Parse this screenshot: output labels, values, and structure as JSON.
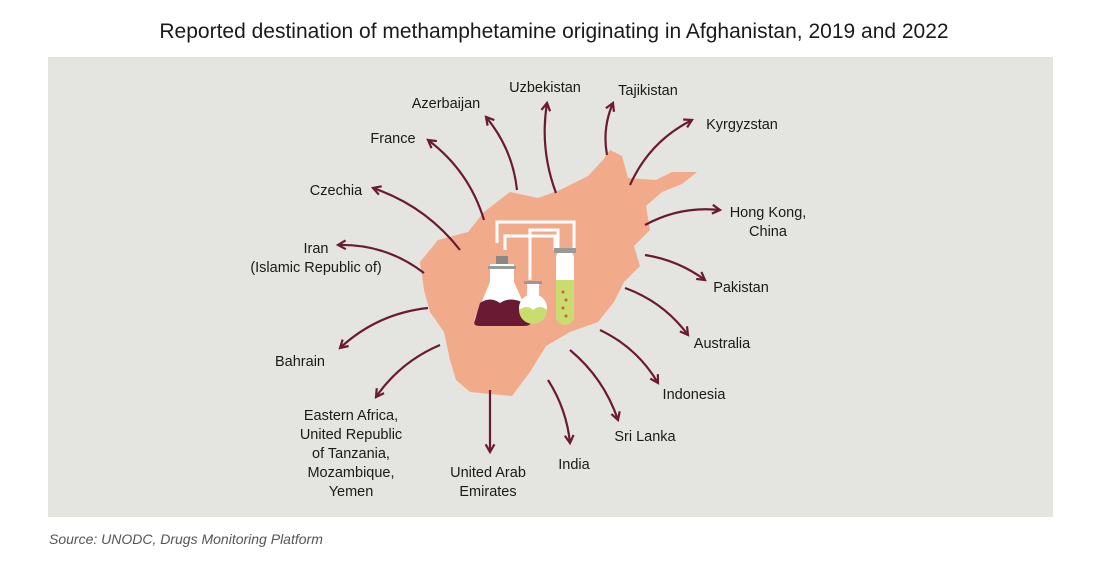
{
  "title": "Reported destination of methamphetamine originating in Afghanistan, 2019 and 2022",
  "source": "Source: UNODC, Drugs Monitoring Platform",
  "origin": "Afghanistan",
  "colors": {
    "panel": "#e4e4e0",
    "map": "#f2ab8a",
    "arrow": "#6b1a33",
    "flask": "#6b1a33",
    "green": "#c9dc6e"
  },
  "destinations": [
    {
      "lines": [
        "Uzbekistan"
      ]
    },
    {
      "lines": [
        "Tajikistan"
      ]
    },
    {
      "lines": [
        "Kyrgyzstan"
      ]
    },
    {
      "lines": [
        "Azerbaijan"
      ]
    },
    {
      "lines": [
        "France"
      ]
    },
    {
      "lines": [
        "Czechia"
      ]
    },
    {
      "lines": [
        "Iran",
        "(Islamic Republic of)"
      ]
    },
    {
      "lines": [
        "Hong Kong,",
        "China"
      ]
    },
    {
      "lines": [
        "Pakistan"
      ]
    },
    {
      "lines": [
        "Australia"
      ]
    },
    {
      "lines": [
        "Indonesia"
      ]
    },
    {
      "lines": [
        "Sri Lanka"
      ]
    },
    {
      "lines": [
        "India"
      ]
    },
    {
      "lines": [
        "United Arab",
        "Emirates"
      ]
    },
    {
      "lines": [
        "Eastern Africa,",
        "United Republic",
        "of Tanzania,",
        "Mozambique,",
        "Yemen"
      ]
    },
    {
      "lines": [
        "Bahrain"
      ]
    }
  ]
}
